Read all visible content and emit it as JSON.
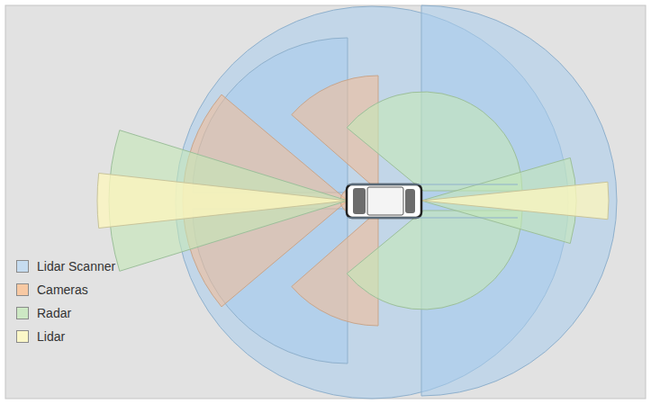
{
  "diagram": {
    "legend": [
      {
        "text": "Lidar Scanner",
        "color": "#c6dcf0"
      },
      {
        "text": "Cameras",
        "color": "#f8c9a3"
      },
      {
        "text": "Radar",
        "color": "#cde8c4"
      },
      {
        "text": "Lidar",
        "color": "#fbf7c8"
      }
    ]
  }
}
